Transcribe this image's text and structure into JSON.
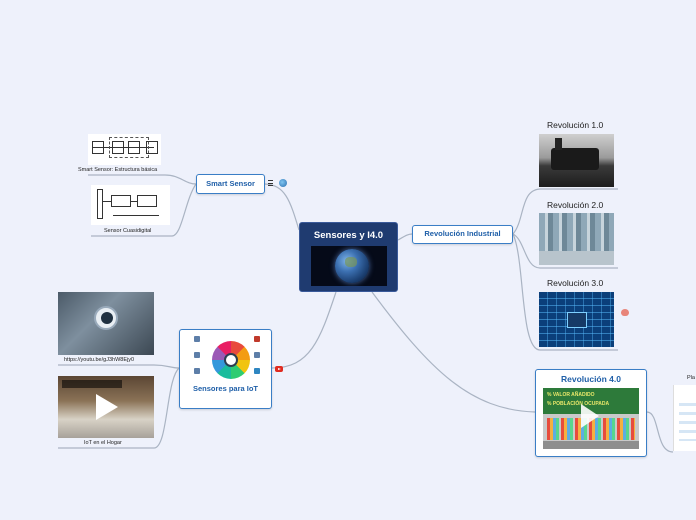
{
  "central": {
    "title": "Sensores y I4.0",
    "image": "earth-globe"
  },
  "branches": {
    "smart_sensor": {
      "label": "Smart Sensor",
      "icons": [
        "notes-icon",
        "web-link-icon"
      ],
      "children": [
        {
          "caption": "Smart Sensor: Estructura básica",
          "image": "block-diagram"
        },
        {
          "caption": "Sensor Cuasidigital",
          "image": "circuit-diagram"
        }
      ]
    },
    "revolucion_industrial": {
      "label": "Revolución Industrial",
      "children": [
        {
          "title": "Revolución 1.0",
          "image": "steam-locomotive"
        },
        {
          "title": "Revolución 2.0",
          "image": "factory-assembly"
        },
        {
          "title": "Revolución 3.0",
          "image": "circuit-board"
        }
      ],
      "icons": [
        "brain-icon"
      ]
    },
    "sensores_iot": {
      "label": "Sensores para IoT",
      "icons": [
        "youtube-icon"
      ],
      "children": [
        {
          "caption": "https://youtu.be/gJ3hW8Ejy0",
          "image": "robot-video"
        },
        {
          "caption": "IoT en el Hogar",
          "image": "kitchen-video"
        }
      ]
    },
    "revolucion_40": {
      "label": "Revolución 4.0",
      "image_text": [
        "% VALOR AÑADIDO",
        "% POBLACIÓN OCUPADA"
      ],
      "cut_child_label": "Pla"
    }
  },
  "colors": {
    "background": "#eef1fb",
    "central_fill": "#1f3b70",
    "node_border": "#3a7ec6",
    "link": "#aab4c3"
  }
}
